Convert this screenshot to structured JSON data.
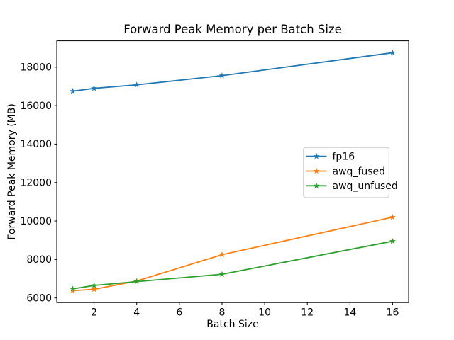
{
  "figure": {
    "background": "#ffffff"
  },
  "chart_data": {
    "type": "line",
    "title": "Forward Peak Memory per Batch Size",
    "xlabel": "Batch Size",
    "ylabel": "Forward Peak Memory (MB)",
    "x": [
      1,
      2,
      4,
      8,
      16
    ],
    "series": [
      {
        "name": "fp16",
        "color": "#1f77b4",
        "values": [
          16750,
          16900,
          17080,
          17560,
          18750
        ]
      },
      {
        "name": "awq_fused",
        "color": "#ff7f0e",
        "values": [
          6380,
          6450,
          6880,
          8250,
          10200
        ]
      },
      {
        "name": "awq_unfused",
        "color": "#2ca02c",
        "values": [
          6470,
          6650,
          6850,
          7230,
          8950
        ]
      }
    ],
    "marker": "star",
    "xlim": [
      0.25,
      16.75
    ],
    "ylim": [
      5760,
      19370
    ],
    "xticks": [
      2,
      4,
      6,
      8,
      10,
      12,
      14,
      16
    ],
    "yticks": [
      6000,
      8000,
      10000,
      12000,
      14000,
      16000,
      18000
    ],
    "grid": false,
    "legend": {
      "position": "center-right",
      "entries": [
        "fp16",
        "awq_fused",
        "awq_unfused"
      ]
    },
    "axis_color": "#000000",
    "text_color": "#000000",
    "legend_border_color": "#cccccc"
  }
}
